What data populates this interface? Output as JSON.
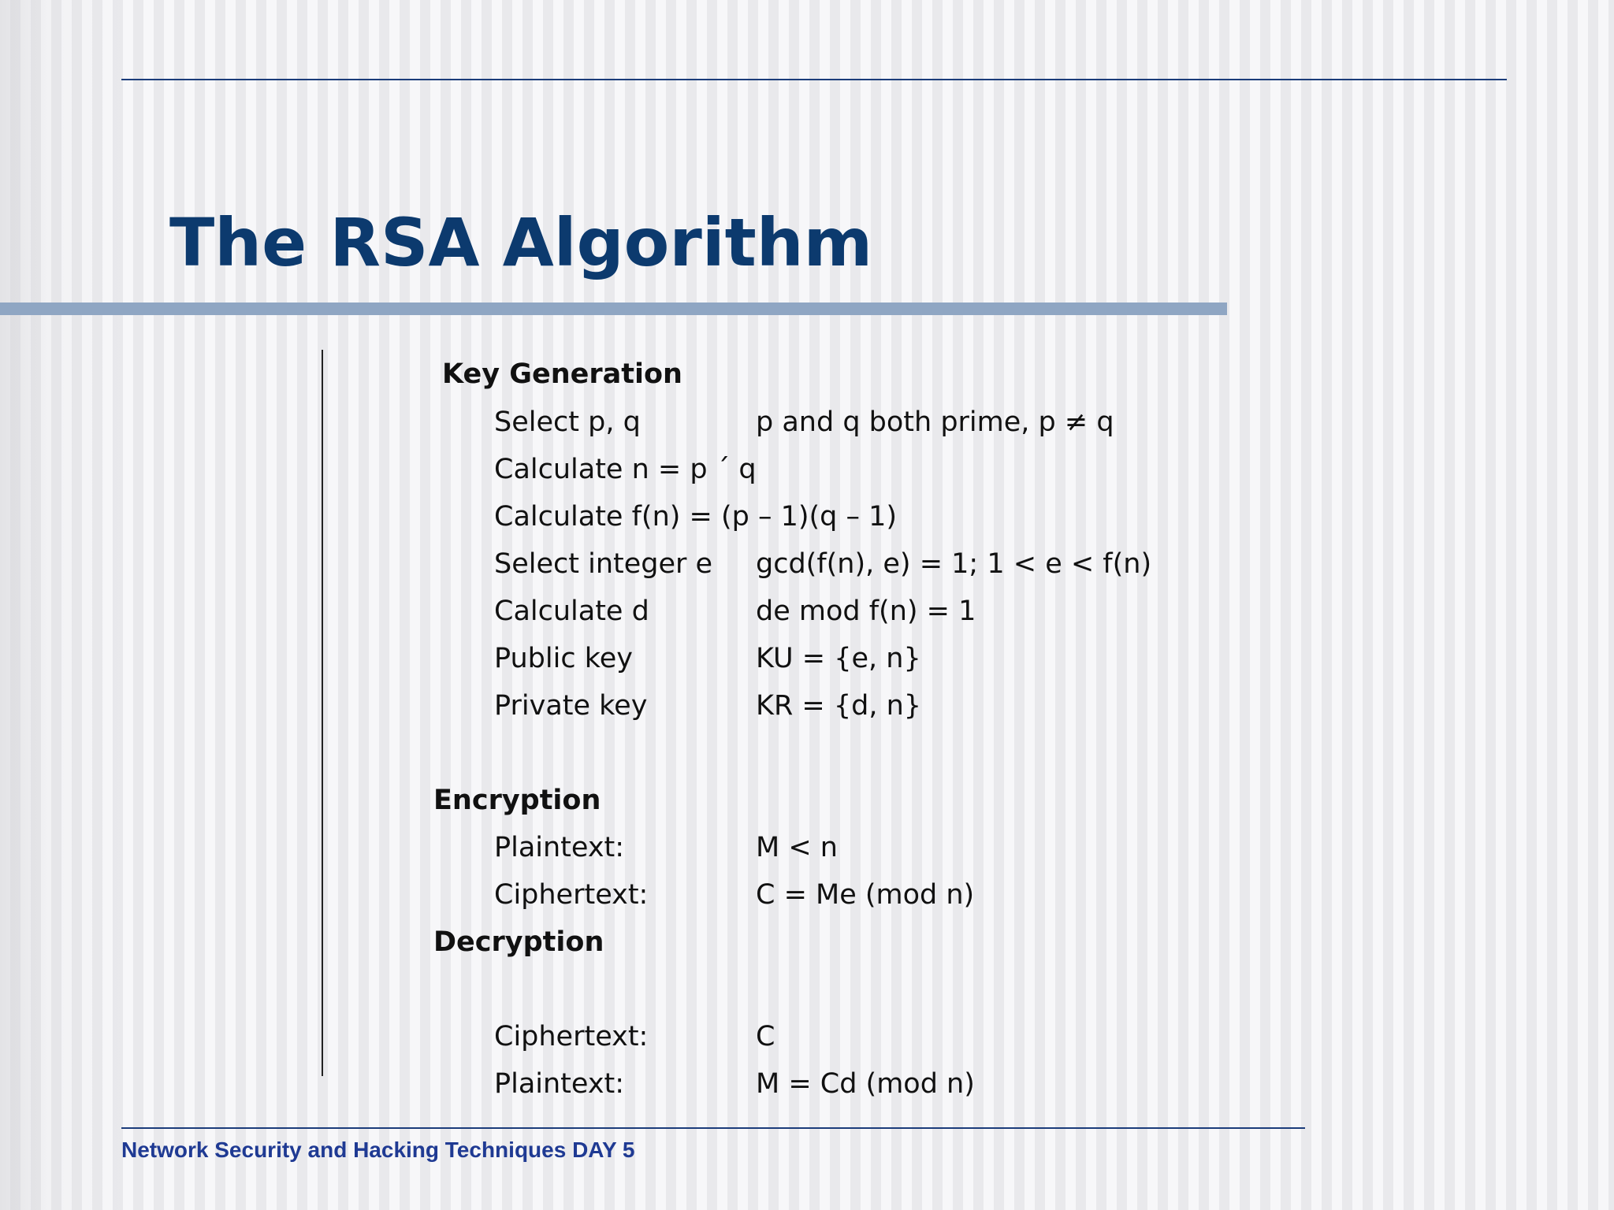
{
  "slide": {
    "title": "The RSA Algorithm",
    "footer": "Network Security and Hacking Techniques DAY 5"
  },
  "key_generation": {
    "heading": "Key Generation",
    "select_pq_label": "Select p, q",
    "select_pq_value": "p and q both prime, p ≠ q",
    "calc_n_label": "Calculate n = p ´ q",
    "calc_phi_label": "Calculate f(n) = (p – 1)(q – 1)",
    "select_e_label": "Select integer e",
    "select_e_value": "gcd(f(n), e) = 1;  1 < e < f(n)",
    "calc_d_label": "Calculate d",
    "calc_d_value": "de mod f(n) = 1",
    "public_key_label": "Public key",
    "public_key_value": "KU = {e, n}",
    "private_key_label": "Private key",
    "private_key_value": "KR = {d, n}"
  },
  "encryption": {
    "heading": "Encryption",
    "plaintext_label": "Plaintext:",
    "plaintext_value": "M < n",
    "ciphertext_label": "Ciphertext:",
    "ciphertext_value": "C = Me (mod n)"
  },
  "decryption": {
    "heading": "Decryption",
    "ciphertext_label": "Ciphertext:",
    "ciphertext_value": "C",
    "plaintext_label": "Plaintext:",
    "plaintext_value": "M = Cd (mod n)"
  }
}
